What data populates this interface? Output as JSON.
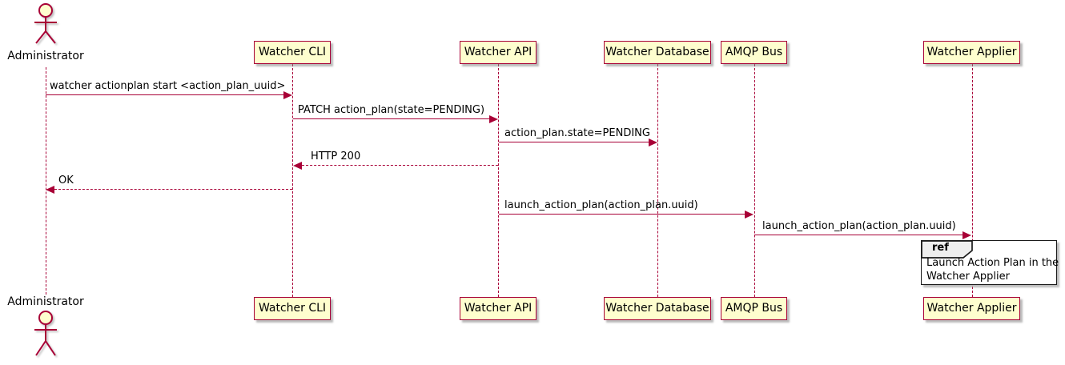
{
  "diagram_type": "sequence",
  "actor": {
    "name": "Administrator"
  },
  "participants": [
    {
      "label": "Watcher CLI"
    },
    {
      "label": "Watcher API"
    },
    {
      "label": "Watcher Database"
    },
    {
      "label": "AMQP Bus"
    },
    {
      "label": "Watcher Applier"
    }
  ],
  "messages": [
    {
      "from": "Administrator",
      "to": "Watcher CLI",
      "text": "watcher actionplan start <action_plan_uuid>",
      "line": "solid",
      "direction": "right"
    },
    {
      "from": "Watcher CLI",
      "to": "Watcher API",
      "text": "PATCH action_plan(state=PENDING)",
      "line": "solid",
      "direction": "right"
    },
    {
      "from": "Watcher API",
      "to": "Watcher Database",
      "text": "action_plan.state=PENDING",
      "line": "solid",
      "direction": "right"
    },
    {
      "from": "Watcher API",
      "to": "Watcher CLI",
      "text": "HTTP 200",
      "line": "dashed",
      "direction": "left"
    },
    {
      "from": "Watcher CLI",
      "to": "Administrator",
      "text": "OK",
      "line": "dashed",
      "direction": "left"
    },
    {
      "from": "Watcher API",
      "to": "AMQP Bus",
      "text": "launch_action_plan(action_plan.uuid)",
      "line": "solid",
      "direction": "right"
    },
    {
      "from": "AMQP Bus",
      "to": "Watcher Applier",
      "text": "launch_action_plan(action_plan.uuid)",
      "line": "solid",
      "direction": "right"
    }
  ],
  "ref": {
    "keyword": "ref",
    "lines": [
      "Launch Action Plan in the",
      "Watcher Applier"
    ]
  },
  "colors": {
    "accent": "#A80036",
    "participant_fill": "#FEFECE",
    "ref_tab_fill": "#EEEEEE",
    "ref_border": "#1a1a1a"
  }
}
